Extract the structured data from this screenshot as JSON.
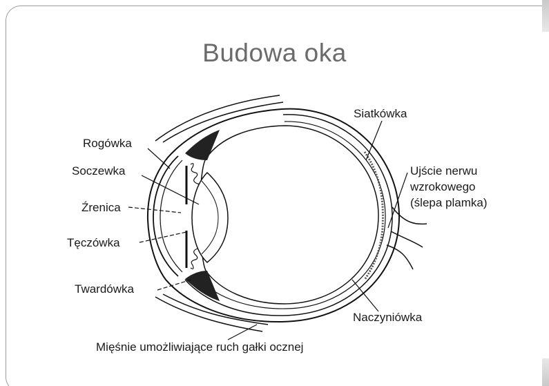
{
  "slide": {
    "title": "Budowa oka"
  },
  "labels": {
    "rogowka": "Rogówka",
    "soczewka": "Soczewka",
    "zrenica": "Źrenica",
    "teczowka": "Tęczówka",
    "twardowka": "Twardówka",
    "siatkowka": "Siatkówka",
    "nerw_line1": "Ujście nerwu",
    "nerw_line2": "wzrokowego",
    "nerw_line3": "(ślepa plamka)",
    "naczyniowka": "Naczyniówka",
    "miesnie": "Mięśnie umożliwiające ruch gałki ocznej"
  }
}
